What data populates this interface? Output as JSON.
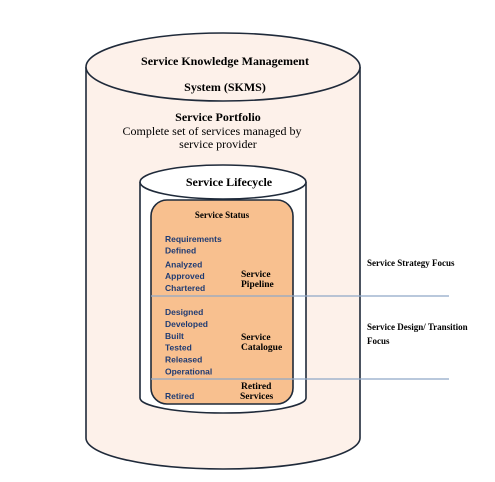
{
  "skms": {
    "title_line1": "Service Knowledge Management",
    "title_line2": "System (SKMS)"
  },
  "portfolio": {
    "title": "Service Portfolio",
    "desc_line1": "Complete set of services managed by",
    "desc_line2": "service provider"
  },
  "lifecycle": {
    "title": "Service Lifecycle"
  },
  "status_box": {
    "title": "Service Status",
    "pipeline_statuses": [
      "Requirements",
      "Defined",
      "Analyzed",
      "Approved",
      "Chartered"
    ],
    "catalogue_statuses": [
      "Designed",
      "Developed",
      "Built",
      "Tested",
      "Released",
      "Operational"
    ],
    "retired_statuses": [
      "Retired"
    ]
  },
  "stages": {
    "pipeline_line1": "Service",
    "pipeline_line2": "Pipeline",
    "catalogue_line1": "Service",
    "catalogue_line2": "Catalogue",
    "retired_line1": "Retired",
    "retired_line2": "Services"
  },
  "focus": {
    "strategy": "Service Strategy Focus",
    "design_line1": "Service Design/ Transition",
    "design_line2": "Focus"
  },
  "colors": {
    "outer_fill": "#fdf1ea",
    "status_box_fill": "#f8c08f",
    "outline": "#1f2a3a",
    "divider_line": "#8fa8c8",
    "status_text": "#1f3b73"
  }
}
